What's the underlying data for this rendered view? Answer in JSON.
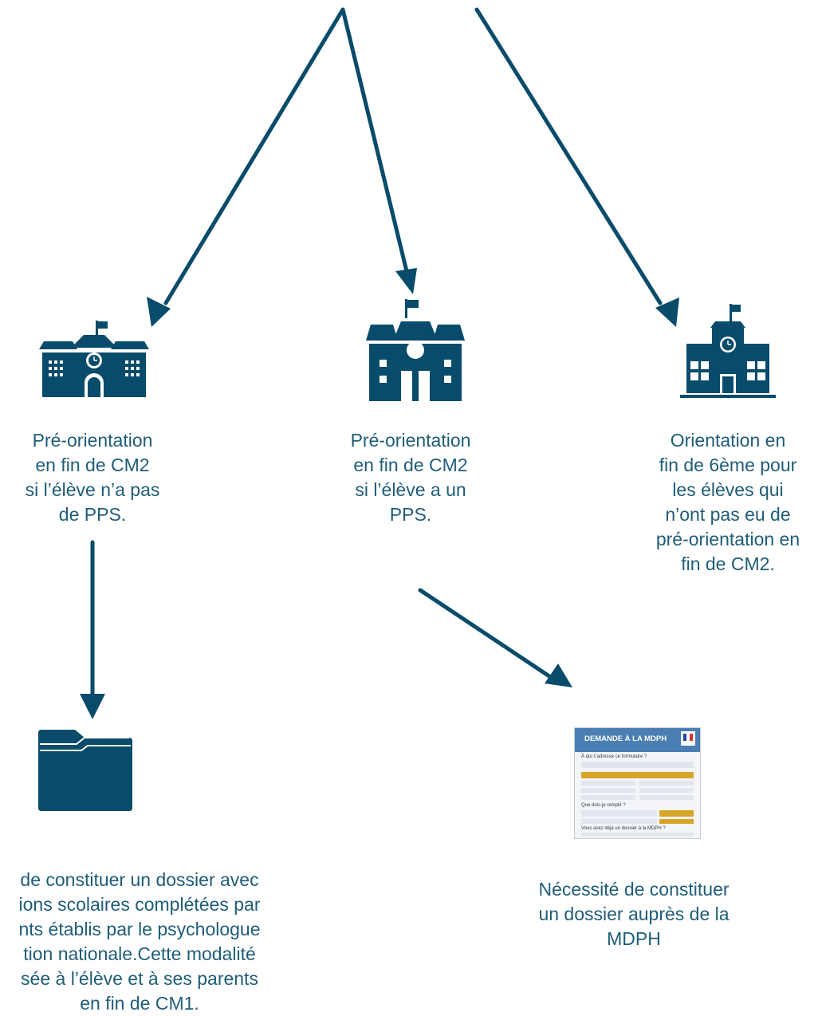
{
  "nodes": {
    "left": {
      "label_lines": [
        "Pré-orientation",
        "en fin de CM2",
        "si l’élève n’a pas",
        "de PPS."
      ]
    },
    "middle": {
      "label_lines": [
        "Pré-orientation",
        "en fin de CM2",
        "si l’élève a un",
        "PPS."
      ]
    },
    "right": {
      "label_lines": [
        "Orientation en",
        "fin de 6ème pour",
        "les élèves qui",
        "n’ont pas eu de",
        "pré-orientation en",
        "fin de CM2."
      ]
    },
    "dossier": {
      "label_lines": [
        "de constituer un dossier avec",
        "ions scolaires complétées par",
        "nts établis par le psychologue",
        "tion nationale.Cette modalité",
        "sée à l’élève et à ses parents",
        "en fin de CM1."
      ]
    },
    "mdph": {
      "label_lines": [
        "Nécessité de constituer",
        "un dossier auprès de la",
        "MDPH"
      ],
      "form": {
        "title": "DEMANDE À LA MDPH",
        "section_1": "À qui s’adresse ce formulaire ?",
        "section_2": "Que dois-je remplir ?",
        "section_3": "Vous avez déjà un dossier à la MDPH ?"
      }
    }
  },
  "colors": {
    "primary": "#084b6a",
    "label": "#1f5d78",
    "form_header": "#4a7fb3",
    "form_accent": "#d8a52b"
  },
  "icons": [
    "school-building-left-icon",
    "school-building-middle-icon",
    "school-building-right-icon",
    "folder-icon",
    "mdph-form-document-icon"
  ]
}
